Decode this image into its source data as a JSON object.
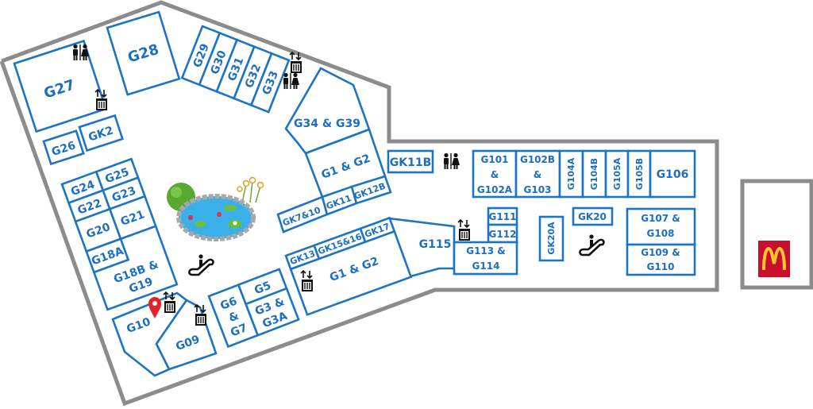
{
  "map": {
    "shops": {
      "G27": "G27",
      "G28": "G28",
      "G26": "G26",
      "GK2": "GK2",
      "G29": "G29",
      "G30": "G30",
      "G31": "G31",
      "G32": "G32",
      "G33": "G33",
      "G34_G39": "G34 & G39",
      "G1_G2_north": "G1 & G2",
      "GK7_10": "GK7&10",
      "GK11": "GK11",
      "GK12B": "GK12B",
      "G24": "G24",
      "G25": "G25",
      "G22": "G22",
      "G23": "G23",
      "G20": "G20",
      "G21": "G21",
      "G18A": "G18A",
      "G18B_G19": [
        "G18B &",
        "G19"
      ],
      "G10": "G10",
      "G09": "G09",
      "G6_G7": [
        "G6",
        "&",
        "G7"
      ],
      "G5": "G5",
      "G3_G3A": [
        "G3 &",
        "G3A"
      ],
      "GK13": "GK13",
      "GK15_16": "GK15&16",
      "GK17": "GK17",
      "G1_G2_south": "G1 & G2",
      "G115": "G115",
      "GK11B": "GK11B",
      "G101_G102A": [
        "G101",
        "&",
        "G102A"
      ],
      "G102B_G103": [
        "G102B",
        "&",
        "G103"
      ],
      "G104A": "G104A",
      "G104B": "G104B",
      "G105A": "G105A",
      "G105B": "G105B",
      "G106": "G106",
      "G111": "G111",
      "G112": "G112",
      "G113_G114": [
        "G113 &",
        "G114"
      ],
      "GK20A": "GK20A",
      "GK20": "GK20",
      "G107_G108": [
        "G107 &",
        "G108"
      ],
      "G109_G110": [
        "G109 &",
        "G110"
      ]
    },
    "colors": {
      "shop_outline": "#1c74c4",
      "label": "#1c6fc0",
      "wall": "#8c8c8c",
      "location_pin": "#e8202a",
      "mcdonalds_red": "#c8102e",
      "mcdonalds_yellow": "#ffc72c"
    },
    "icons": [
      "restroom-icon",
      "elevator-icon",
      "escalator-icon",
      "location-pin-icon",
      "pond-garden",
      "mcdonalds-logo"
    ]
  }
}
